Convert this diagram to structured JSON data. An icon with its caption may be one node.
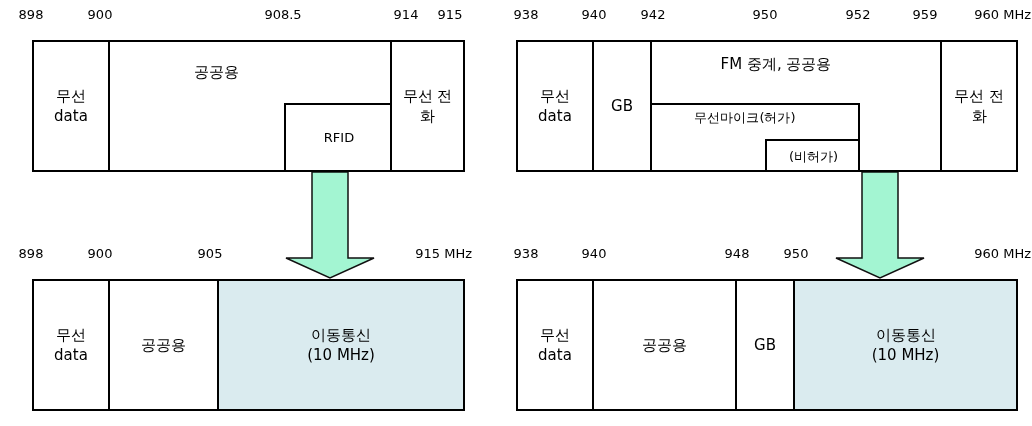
{
  "diagram": {
    "nodes": [
      {
        "text": [],
        "shape": "bar"
      },
      {
        "text": [
          "무선 data"
        ],
        "in": 0
      },
      {
        "text": [
          "공공용"
        ],
        "in": 0
      },
      {
        "text": [
          "RFID"
        ],
        "in": 2
      },
      {
        "text": [
          "무선 전화"
        ],
        "in": 0
      },
      {
        "text": [],
        "shape": "bar"
      },
      {
        "text": [
          "무선 data"
        ],
        "in": 5
      },
      {
        "text": [
          "GB"
        ],
        "in": 5
      },
      {
        "text": [
          "FM 중계, 공공용"
        ],
        "in": 5
      },
      {
        "text": [
          "무선마이크(허가)"
        ],
        "in": 8
      },
      {
        "text": [
          "(비허가)"
        ],
        "in": 9
      },
      {
        "text": [
          "무선 전화"
        ],
        "in": 5
      },
      {
        "text": [],
        "shape": "bar"
      },
      {
        "text": [
          "무선 data"
        ],
        "in": 12
      },
      {
        "text": [
          "공공용"
        ],
        "in": 12
      },
      {
        "text": [
          "이동통신 (10 MHz)"
        ],
        "in": 12
      },
      {
        "text": [],
        "shape": "bar"
      },
      {
        "text": [
          "무선 data"
        ],
        "in": 16
      },
      {
        "text": [
          "공공용"
        ],
        "in": 16
      },
      {
        "text": [
          "GB"
        ],
        "in": 16
      },
      {
        "text": [
          "이동통신 (10 MHz)"
        ],
        "in": 16
      }
    ],
    "edges": [
      {
        "from": 0,
        "to": 12,
        "arrow": "to",
        "style": "thick",
        "color": "#a3f5d2"
      },
      {
        "from": 5,
        "to": 16,
        "arrow": "to",
        "style": "thick",
        "color": "#a3f5d2"
      }
    ],
    "labels": [
      "898",
      "900",
      "908.5",
      "914",
      "915",
      "938",
      "940",
      "942",
      "950",
      "952",
      "959",
      "960 MHz",
      "898",
      "900",
      "905",
      "915 MHz",
      "938",
      "940",
      "948",
      "950",
      "960 MHz"
    ]
  }
}
